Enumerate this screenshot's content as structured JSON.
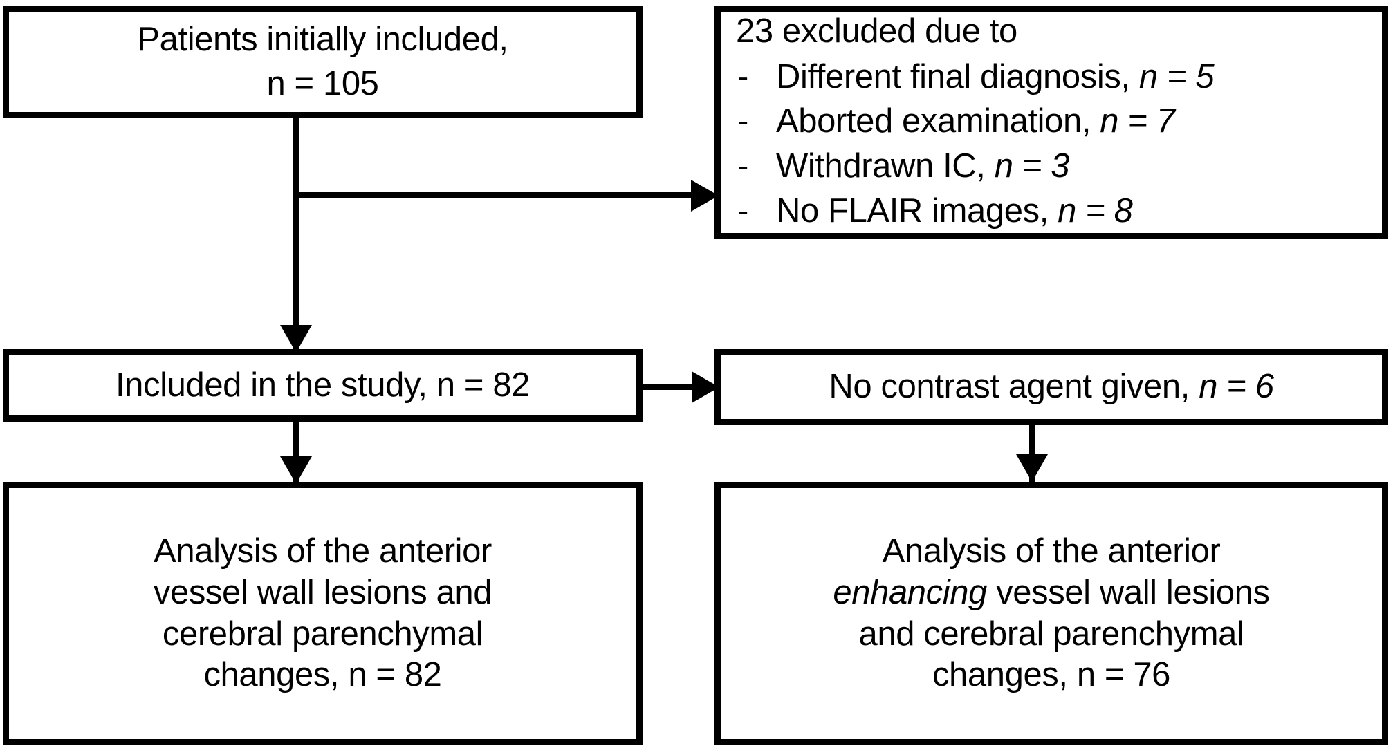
{
  "diagram": {
    "title": "Patient inclusion and exclusion flowchart",
    "type": "flowchart",
    "background_color": "#ffffff",
    "line_color": "#000000",
    "text_color": "#000000"
  },
  "nodes": {
    "initial": {
      "line1": "Patients initially included,",
      "line2": "n = 105"
    },
    "excluded": {
      "heading": "23 excluded due to",
      "items": [
        {
          "dash": "-",
          "text": "Different final diagnosis, ",
          "stat_italic": "n = 5"
        },
        {
          "dash": "-",
          "text": "Aborted examination, ",
          "stat_italic": "n = 7"
        },
        {
          "dash": "-",
          "text": "Withdrawn IC, ",
          "stat_italic": "n = 3"
        },
        {
          "dash": "-",
          "text": "No FLAIR images, ",
          "stat_italic": "n = 8"
        }
      ]
    },
    "included": {
      "text": "Included in the study, n = 82"
    },
    "no_contrast": {
      "text_plain": "No contrast agent given, ",
      "text_italic": "n = 6"
    },
    "analysis_left": {
      "line1": "Analysis of the anterior",
      "line2": "vessel wall lesions and",
      "line3": "cerebral parenchymal",
      "line4": "changes, n = 82"
    },
    "analysis_right": {
      "line1": "Analysis of the anterior",
      "line2_italic": "enhancing",
      "line2_rest": " vessel wall lesions",
      "line3": "and cerebral parenchymal",
      "line4": "changes, n = 76"
    }
  },
  "connectors": [
    {
      "name": "initial-to-included",
      "kind": "arrow-down"
    },
    {
      "name": "initial-to-excluded",
      "kind": "arrow-right"
    },
    {
      "name": "included-to-no-contrast",
      "kind": "arrow-right"
    },
    {
      "name": "included-to-analysis-left",
      "kind": "arrow-down"
    },
    {
      "name": "no-contrast-to-analysis-right",
      "kind": "arrow-down"
    }
  ]
}
